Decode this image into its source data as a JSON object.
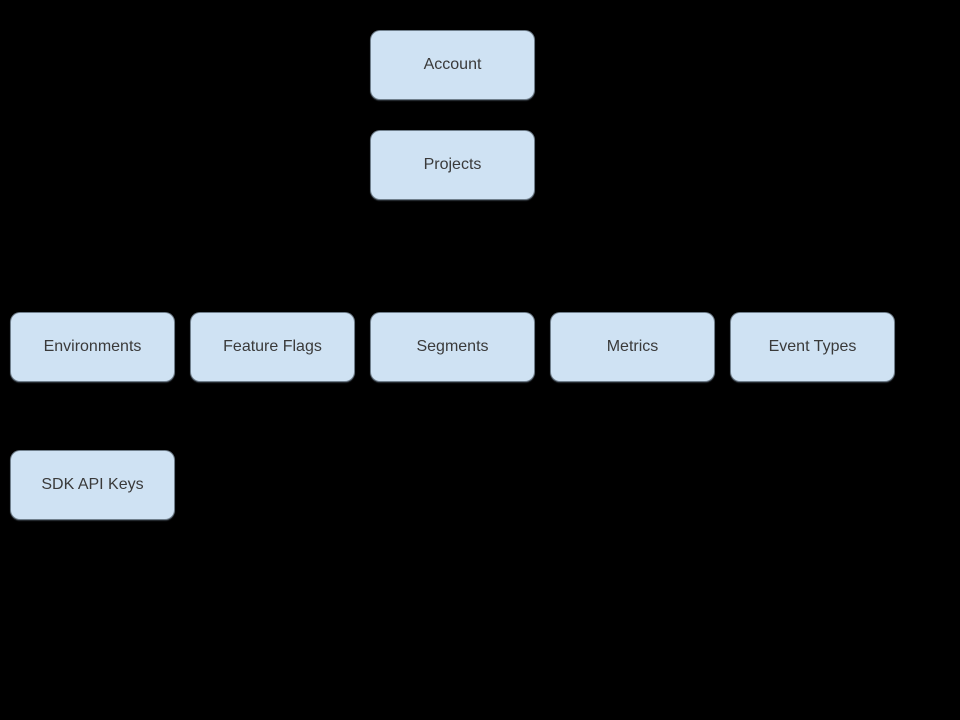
{
  "diagram": {
    "background_color": "#000000",
    "node_fill_color": "#cfe2f3",
    "node_border_color": "#37424d",
    "node_text_color": "#3a3a3a",
    "nodes": {
      "account": {
        "label": "Account"
      },
      "projects": {
        "label": "Projects"
      },
      "environments": {
        "label": "Environments"
      },
      "feature_flags": {
        "label": "Feature Flags"
      },
      "segments": {
        "label": "Segments"
      },
      "metrics": {
        "label": "Metrics"
      },
      "event_types": {
        "label": "Event Types"
      },
      "sdk_api_keys": {
        "label": "SDK API Keys"
      }
    }
  }
}
